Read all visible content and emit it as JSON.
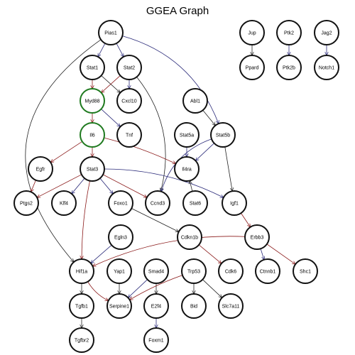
{
  "title": "GGEA Graph",
  "colors": {
    "activation": "#8b1a1a",
    "inhibition": "#2b2b7a",
    "neutral": "#222222",
    "node_border": "#111111",
    "highlight_border": "#1f7a1f"
  },
  "nodes": [
    {
      "id": "Pias1",
      "label": "Pias1"
    },
    {
      "id": "Jup",
      "label": "Jup"
    },
    {
      "id": "Ptk2",
      "label": "Ptk2"
    },
    {
      "id": "Jag2",
      "label": "Jag2"
    },
    {
      "id": "Stat1",
      "label": "Stat1"
    },
    {
      "id": "Stat2",
      "label": "Stat2"
    },
    {
      "id": "Ppard",
      "label": "Ppard"
    },
    {
      "id": "Ptk2b",
      "label": "Ptk2b"
    },
    {
      "id": "Notch1",
      "label": "Notch1"
    },
    {
      "id": "Myd88",
      "label": "Myd88",
      "highlight": true
    },
    {
      "id": "Cxcl10",
      "label": "Cxcl10"
    },
    {
      "id": "Abl1",
      "label": "Abl1"
    },
    {
      "id": "Il6",
      "label": "Il6",
      "highlight": true
    },
    {
      "id": "Tnf",
      "label": "Tnf"
    },
    {
      "id": "Stat5a",
      "label": "Stat5a"
    },
    {
      "id": "Stat5b",
      "label": "Stat5b"
    },
    {
      "id": "Egfr",
      "label": "Egfr"
    },
    {
      "id": "Stat3",
      "label": "Stat3"
    },
    {
      "id": "Il4ra",
      "label": "Il4ra"
    },
    {
      "id": "Ptgs2",
      "label": "Ptgs2"
    },
    {
      "id": "Klf4",
      "label": "Klf4"
    },
    {
      "id": "Foxo1",
      "label": "Foxo1"
    },
    {
      "id": "Ccnd3",
      "label": "Ccnd3"
    },
    {
      "id": "Stat6",
      "label": "Stat6"
    },
    {
      "id": "Igf1",
      "label": "Igf1"
    },
    {
      "id": "Egln3",
      "label": "Egln3"
    },
    {
      "id": "Cdkn1b",
      "label": "Cdkn1b"
    },
    {
      "id": "Erbb3",
      "label": "Erbb3"
    },
    {
      "id": "Hif1a",
      "label": "Hif1a"
    },
    {
      "id": "Yap1",
      "label": "Yap1"
    },
    {
      "id": "Smad4",
      "label": "Smad4"
    },
    {
      "id": "Trp53",
      "label": "Trp53"
    },
    {
      "id": "Cdk6",
      "label": "Cdk6"
    },
    {
      "id": "Ctnnb1",
      "label": "Ctnnb1"
    },
    {
      "id": "Shc1",
      "label": "Shc1"
    },
    {
      "id": "Tgfb1",
      "label": "Tgfb1"
    },
    {
      "id": "Serpine1",
      "label": "Serpine1"
    },
    {
      "id": "E2f4",
      "label": "E2f4"
    },
    {
      "id": "Bid",
      "label": "Bid"
    },
    {
      "id": "Slc7a11",
      "label": "Slc7a11"
    },
    {
      "id": "Tgfbr2",
      "label": "Tgfbr2"
    },
    {
      "id": "Foxm1",
      "label": "Foxm1"
    }
  ],
  "edges": [
    {
      "from": "Pias1",
      "to": "Stat1",
      "type": "inhibition"
    },
    {
      "from": "Pias1",
      "to": "Stat2",
      "type": "inhibition"
    },
    {
      "from": "Pias1",
      "to": "Stat5b",
      "type": "inhibition"
    },
    {
      "from": "Pias1",
      "to": "Hif1a",
      "type": "neutral"
    },
    {
      "from": "Jup",
      "to": "Ppard",
      "type": "neutral"
    },
    {
      "from": "Ptk2",
      "to": "Ptk2b",
      "type": "inhibition"
    },
    {
      "from": "Jag2",
      "to": "Notch1",
      "type": "inhibition"
    },
    {
      "from": "Stat1",
      "to": "Myd88",
      "type": "activation"
    },
    {
      "from": "Stat1",
      "to": "Cxcl10",
      "type": "neutral"
    },
    {
      "from": "Stat2",
      "to": "Myd88",
      "type": "activation"
    },
    {
      "from": "Stat2",
      "to": "Cxcl10",
      "type": "inhibition"
    },
    {
      "from": "Stat2",
      "to": "Ccnd3",
      "type": "neutral"
    },
    {
      "from": "Myd88",
      "to": "Il6",
      "type": "activation"
    },
    {
      "from": "Myd88",
      "to": "Tnf",
      "type": "inhibition"
    },
    {
      "from": "Il6",
      "to": "Egfr",
      "type": "activation"
    },
    {
      "from": "Il6",
      "to": "Stat3",
      "type": "activation"
    },
    {
      "from": "Il6",
      "to": "Il4ra",
      "type": "activation"
    },
    {
      "from": "Abl1",
      "to": "Stat5b",
      "type": "neutral"
    },
    {
      "from": "Stat5a",
      "to": "Il4ra",
      "type": "inhibition"
    },
    {
      "from": "Stat5b",
      "to": "Il4ra",
      "type": "inhibition"
    },
    {
      "from": "Stat5b",
      "to": "Igf1",
      "type": "neutral"
    },
    {
      "from": "Stat5b",
      "to": "Ccnd3",
      "type": "inhibition"
    },
    {
      "from": "Egfr",
      "to": "Ptgs2",
      "type": "activation"
    },
    {
      "from": "Stat3",
      "to": "Ptgs2",
      "type": "activation"
    },
    {
      "from": "Stat3",
      "to": "Klf4",
      "type": "inhibition"
    },
    {
      "from": "Stat3",
      "to": "Foxo1",
      "type": "inhibition"
    },
    {
      "from": "Stat3",
      "to": "Ccnd3",
      "type": "activation"
    },
    {
      "from": "Stat3",
      "to": "Igf1",
      "type": "inhibition"
    },
    {
      "from": "Stat3",
      "to": "Hif1a",
      "type": "activation"
    },
    {
      "from": "Stat6",
      "to": "Il4ra",
      "type": "neutral"
    },
    {
      "from": "Foxo1",
      "to": "Cdkn1b",
      "type": "neutral"
    },
    {
      "from": "Igf1",
      "to": "Erbb3",
      "type": "activation"
    },
    {
      "from": "Egln3",
      "to": "Hif1a",
      "type": "inhibition"
    },
    {
      "from": "Cdkn1b",
      "to": "Cdk6",
      "type": "activation"
    },
    {
      "from": "Erbb3",
      "to": "Ctnnb1",
      "type": "inhibition"
    },
    {
      "from": "Erbb3",
      "to": "Shc1",
      "type": "activation"
    },
    {
      "from": "Erbb3",
      "to": "Hif1a",
      "type": "activation"
    },
    {
      "from": "Hif1a",
      "to": "Tgfb1",
      "type": "neutral"
    },
    {
      "from": "Hif1a",
      "to": "Serpine1",
      "type": "activation"
    },
    {
      "from": "Yap1",
      "to": "Serpine1",
      "type": "neutral"
    },
    {
      "from": "Smad4",
      "to": "Serpine1",
      "type": "inhibition"
    },
    {
      "from": "Smad4",
      "to": "E2f4",
      "type": "neutral"
    },
    {
      "from": "Trp53",
      "to": "Serpine1",
      "type": "activation"
    },
    {
      "from": "Trp53",
      "to": "Bid",
      "type": "neutral"
    },
    {
      "from": "Trp53",
      "to": "Slc7a11",
      "type": "neutral"
    },
    {
      "from": "Tgfb1",
      "to": "Tgfbr2",
      "type": "neutral"
    },
    {
      "from": "E2f4",
      "to": "Foxm1",
      "type": "inhibition"
    }
  ]
}
